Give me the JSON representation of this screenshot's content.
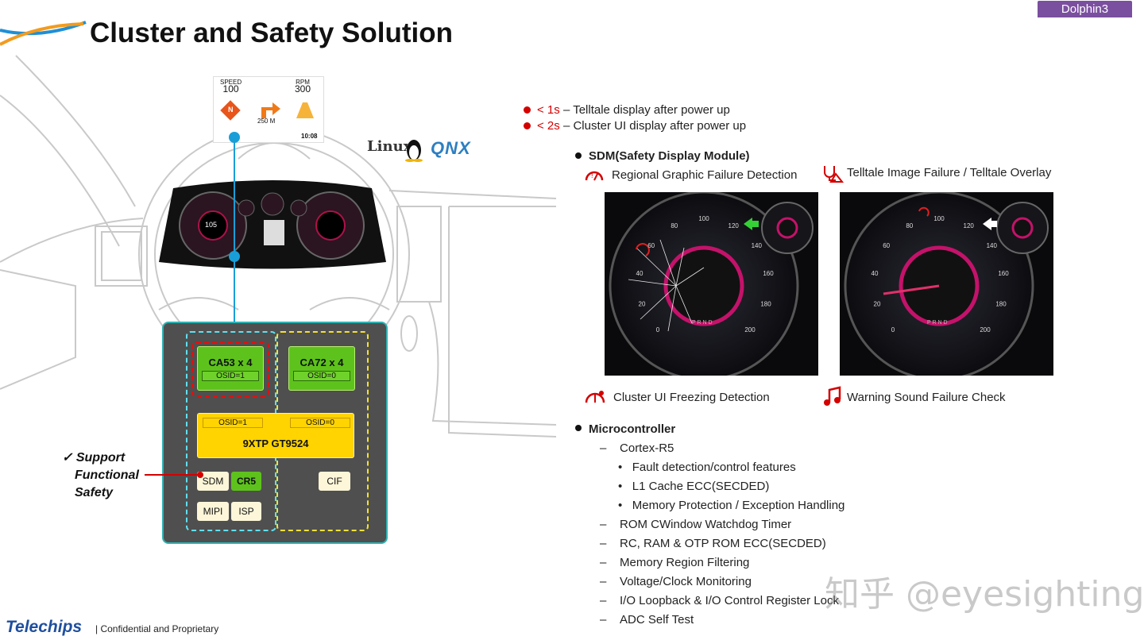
{
  "slide": {
    "title": "Cluster and Safety Solution",
    "badge": "Dolphin3",
    "colors": {
      "accent_red": "#d40000",
      "badge_purple": "#7b4f9f",
      "chip_green": "#5ec21c",
      "chip_yellow": "#ffd400",
      "soc_border": "#2fb3b3"
    }
  },
  "boot": [
    {
      "time": "< 1s",
      "text": "– Telltale display after power up"
    },
    {
      "time": "< 2s",
      "text": "– Cluster UI display after power up"
    }
  ],
  "sdm": {
    "heading": "SDM(Safety Display Module)",
    "features": {
      "regional": "Regional Graphic Failure Detection",
      "telltale": "Telltale Image Failure / Telltale Overlay",
      "freezing": "Cluster UI Freezing Detection",
      "sound": "Warning Sound Failure Check"
    }
  },
  "gauge": {
    "ticks": [
      "0",
      "20",
      "40",
      "60",
      "80",
      "100",
      "120",
      "140",
      "160",
      "180",
      "200"
    ],
    "gear": "P R N D"
  },
  "micro": {
    "heading": "Microcontroller",
    "cortex": "Cortex-R5",
    "cortex_items": [
      "Fault detection/control features",
      "L1 Cache ECC(SECDED)",
      "Memory Protection / Exception Handling"
    ],
    "items": [
      "ROM CWindow Watchdog Timer",
      "RC, RAM & OTP ROM ECC(SECDED)",
      "Memory Region Filtering",
      "Voltage/Clock Monitoring",
      "I/O Loopback & I/O Control Register Lock",
      "ADC Self Test"
    ]
  },
  "hud": {
    "speed_label": "SPEED",
    "speed": "100",
    "rpm_label": "RPM",
    "rpm": "300",
    "distance": "250 M",
    "time": "10:08",
    "compass": "N",
    "cluster_speed": "105"
  },
  "os": {
    "linux": "Linux",
    "qnx": "QNX"
  },
  "soc": {
    "ca53": "CA53 x 4",
    "ca53_osid": "OSID=1",
    "ca72": "CA72 x 4",
    "ca72_osid": "OSID=0",
    "gpu": "9XTP GT9524",
    "gpu_osid1": "OSID=1",
    "gpu_osid0": "OSID=0",
    "sdm": "SDM",
    "cr5": "CR5",
    "cif": "CIF",
    "mipi": "MIPI",
    "isp": "ISP"
  },
  "safety_note": {
    "check": "✓",
    "lines": [
      "Support",
      "Functional",
      "Safety"
    ]
  },
  "footer": {
    "logo": "Telechips",
    "text": "| Confidential and Proprietary"
  },
  "watermark": "知乎 @eyesighting"
}
